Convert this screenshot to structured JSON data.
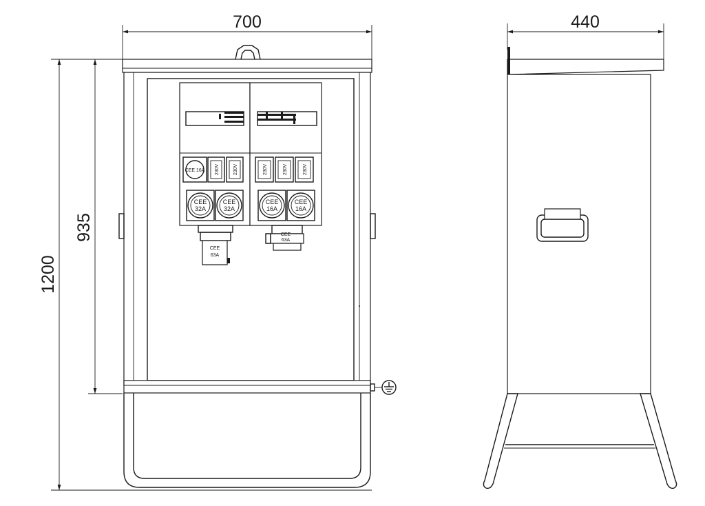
{
  "dimensions": {
    "front_width": "700",
    "side_width": "440",
    "total_height": "1200",
    "cabinet_height": "935"
  },
  "sockets": {
    "cee_32a": "CEE",
    "rating_32a": "32A",
    "cee_16a": "CEE",
    "rating_16a": "16A",
    "schuko_label": "230V",
    "top_left_label": "CEE 16A",
    "plug_left_line1": "CEE",
    "plug_left_line2": "63A",
    "plug_right_line1": "CEE",
    "plug_right_line2": "63A"
  },
  "icons": [
    "earth-ground-icon",
    "lifting-eye-icon",
    "carry-handle-icon"
  ]
}
